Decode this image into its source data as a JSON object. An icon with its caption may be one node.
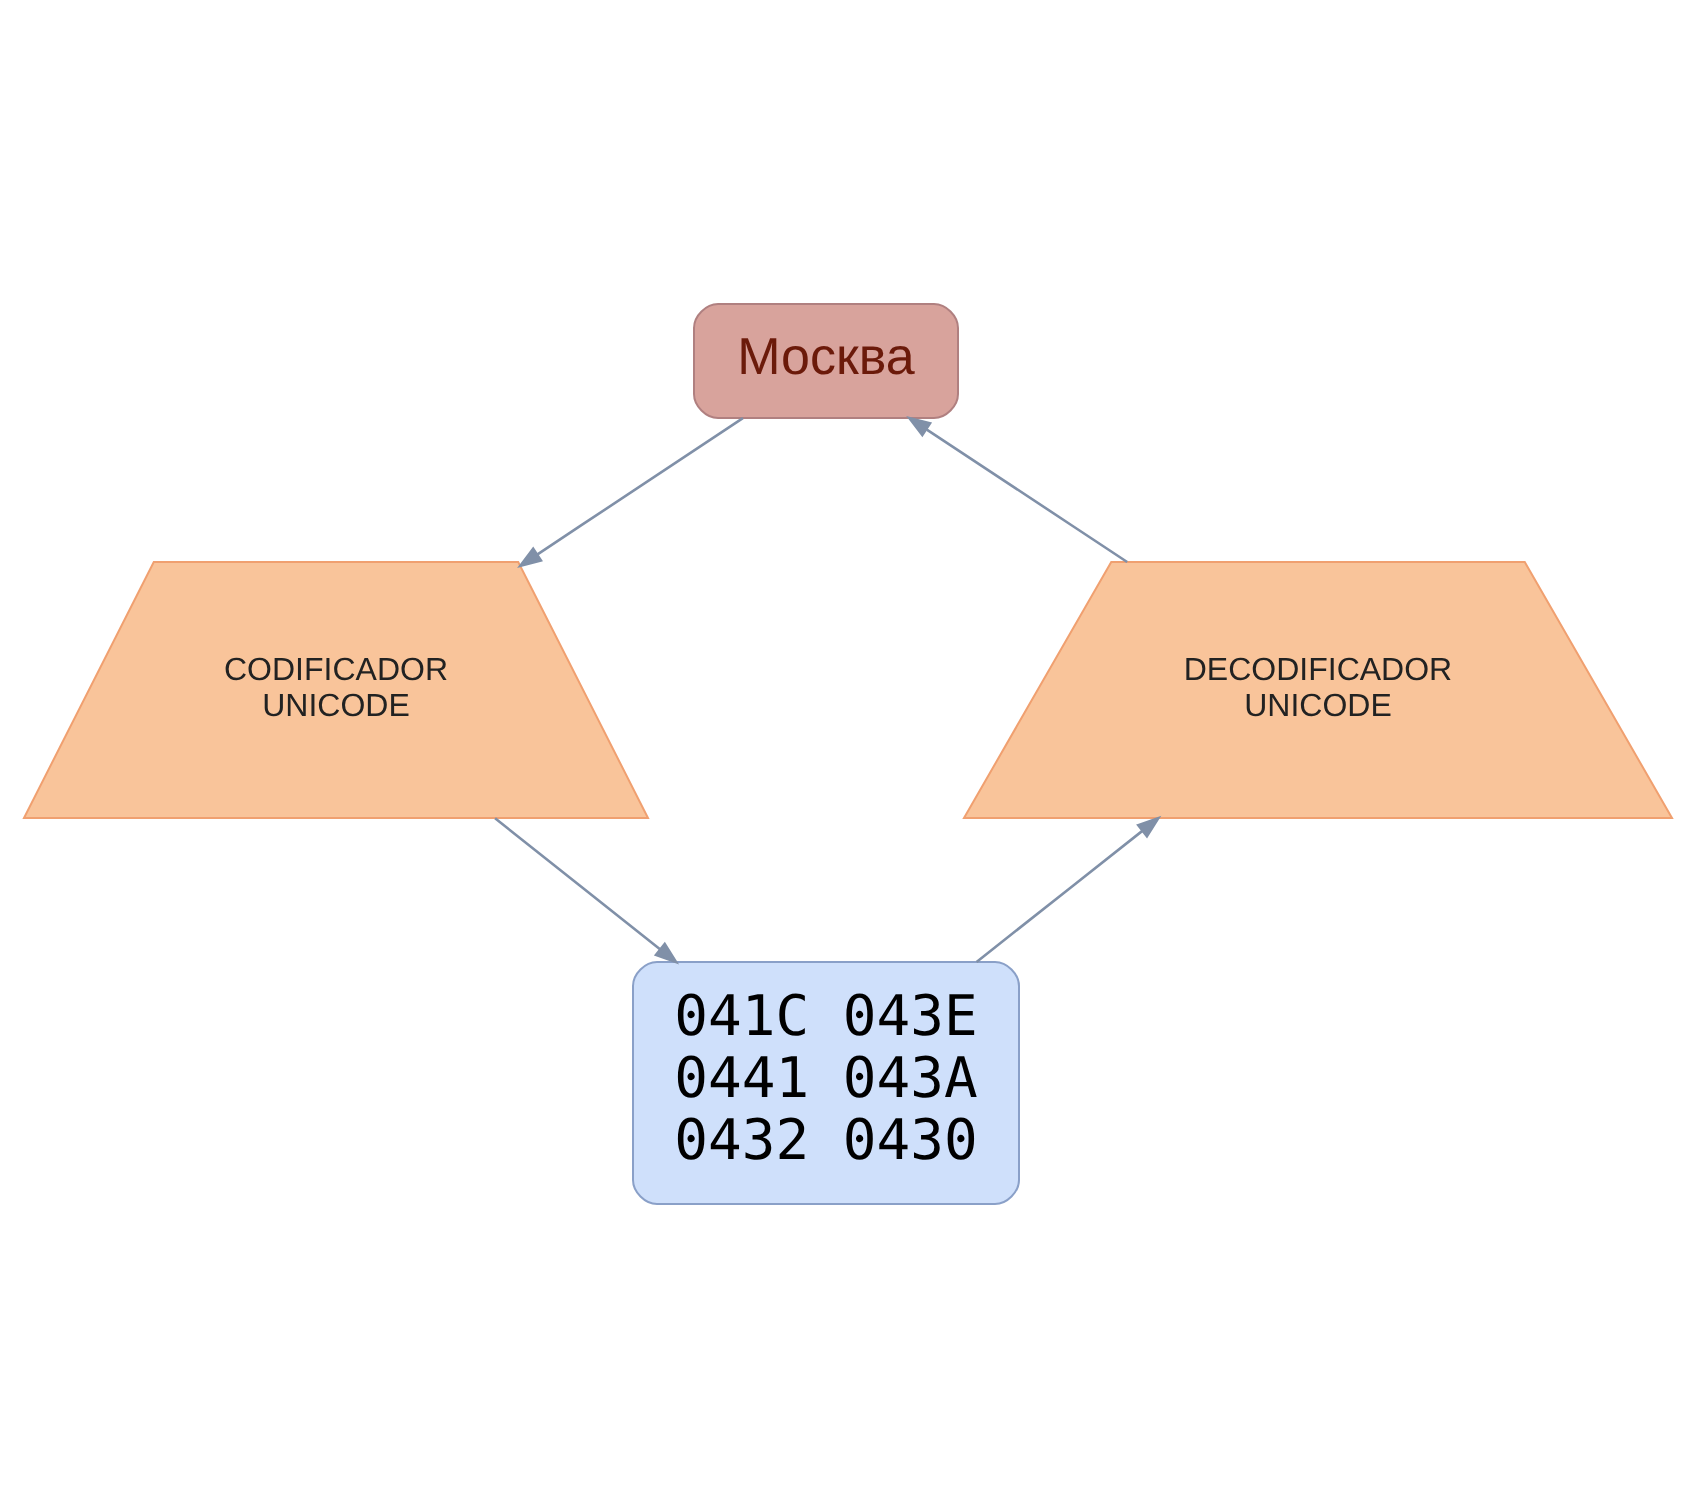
{
  "diagram": {
    "nodes": [
      {
        "text": [
          "Москва"
        ]
      },
      {
        "text": [
          "CODIFICADOR UNICODE"
        ]
      },
      {
        "text": [
          "041C 043E 0441 043A 0432 0430"
        ]
      },
      {
        "text": [
          "DECODIFICADOR UNICODE"
        ]
      }
    ],
    "edges": [
      {
        "from": 0,
        "to": 1,
        "arrow": "to"
      },
      {
        "from": 1,
        "to": 2,
        "arrow": "to"
      },
      {
        "from": 2,
        "to": 3,
        "arrow": "to"
      },
      {
        "from": 3,
        "to": 0,
        "arrow": "to"
      }
    ]
  }
}
